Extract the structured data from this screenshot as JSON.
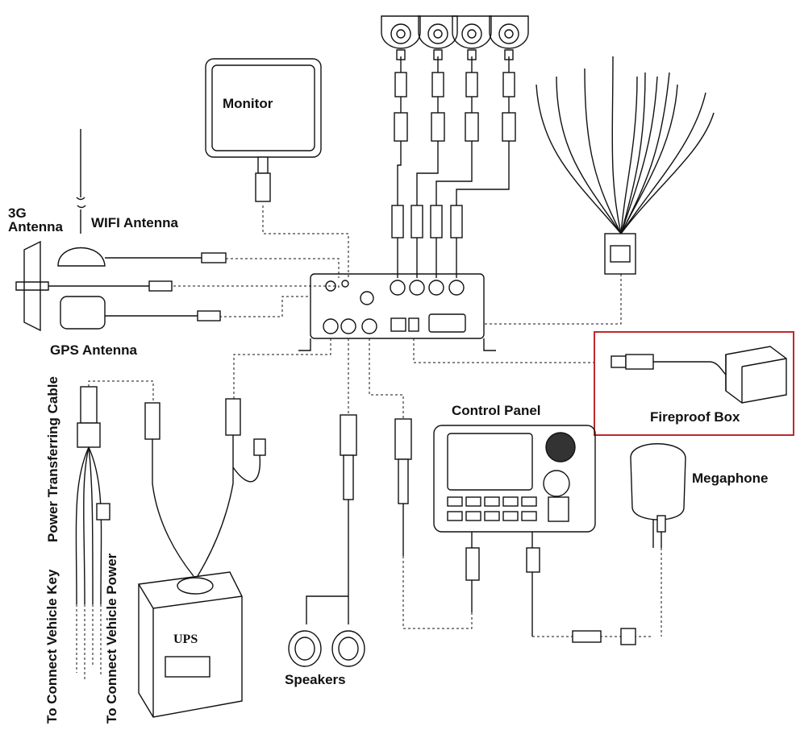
{
  "labels": {
    "monitor": "Monitor",
    "antenna_3g_line1": "3G",
    "antenna_3g_line2": "Antenna",
    "wifi_antenna": "WIFI Antenna",
    "gps_antenna": "GPS Antenna",
    "control_panel": "Control Panel",
    "fireproof_box": "Fireproof Box",
    "megaphone": "Megaphone",
    "speakers": "Speakers",
    "ups": "UPS",
    "power_transferring_cable": "Power Transferring Cable",
    "connect_vehicle_key": "To Connect Vehicle Key",
    "connect_vehicle_power": "To Connect Vehicle Power"
  },
  "colors": {
    "line": "#111111",
    "highlight_box": "#c0282d",
    "background": "#ffffff"
  }
}
